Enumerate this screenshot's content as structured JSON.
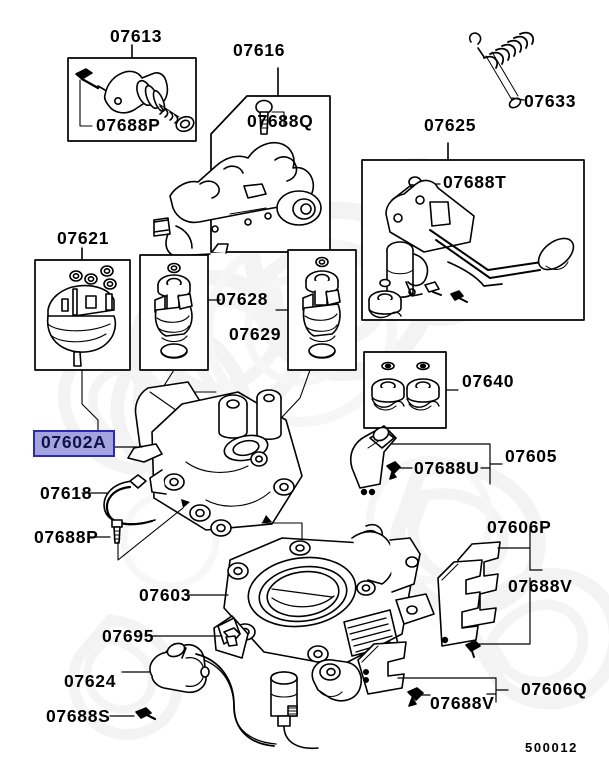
{
  "diagram": {
    "title": "Mitsubishi parts diagram - throttle body / intake manifold assembly",
    "figure_number": "500012",
    "highlight_color": "#a3a3dd",
    "highlight_border_color": "#2a2ab4",
    "line_color": "#000000",
    "background_color": "#ffffff"
  },
  "labels": {
    "p07613": "07613",
    "p07688P_top": "07688P",
    "p07616": "07616",
    "p07688Q": "07688Q",
    "p07633": "07633",
    "p07625": "07625",
    "p07688T": "07688T",
    "p07621": "07621",
    "p07628": "07628",
    "p07629": "07629",
    "p07640": "07640",
    "p07602A": "07602A",
    "p07605": "07605",
    "p07688U": "07688U",
    "p07618": "07618",
    "p07688P_bottom": "07688P",
    "p07603": "07603",
    "p07695": "07695",
    "p07624": "07624",
    "p07688S": "07688S",
    "p07606P": "07606P",
    "p07688V_upper": "07688V",
    "p07688V_lower": "07688V",
    "p07606Q": "07606Q",
    "figure_id": "500012"
  }
}
